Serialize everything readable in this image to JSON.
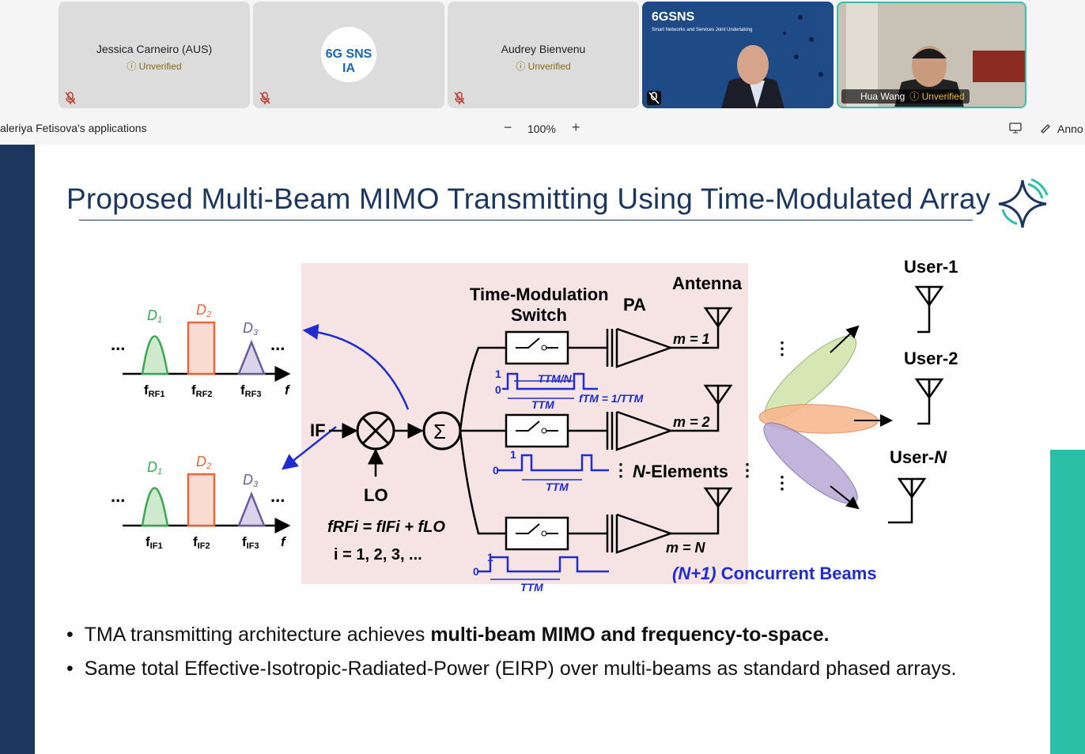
{
  "participants": [
    {
      "name": "Jessica Carneiro (AUS)",
      "status": "Unverified"
    },
    {
      "name": "6G SNS IA logo",
      "status": ""
    },
    {
      "name": "Audrey Bienvenu",
      "status": "Unverified"
    },
    {
      "name": "",
      "status": ""
    },
    {
      "name": "Hua Wang",
      "status": "Unverified"
    }
  ],
  "logo_text": {
    "sns": "6G SNS IA",
    "video_brand": "6GSNS",
    "video_sub": "Smart Networks and Services Joint Undertaking"
  },
  "appbar": {
    "app_name": "aleriya Fetisova's applications",
    "zoom": "100%",
    "zoom_minus": "−",
    "zoom_plus": "+",
    "annotate": "Anno"
  },
  "slide": {
    "title": "Proposed Multi-Beam MIMO Transmitting Using Time-Modulated Array",
    "bullets": [
      {
        "prefix": "TMA transmitting architecture achieves ",
        "bold": "multi-beam MIMO and frequency-to-space."
      },
      {
        "prefix": "Same total Effective-Isotropic-Radiated-Power (EIRP) over multi-beams as standard phased arrays.",
        "bold": ""
      }
    ]
  },
  "diagram": {
    "d1": "D",
    "d2": "D",
    "d3": "D",
    "sub1": "1",
    "sub2": "2",
    "sub3": "3",
    "frf1": "f",
    "frf1_sub": "RF1",
    "frf2": "f",
    "frf2_sub": "RF2",
    "frf3": "f",
    "frf3_sub": "RF3",
    "fif1": "f",
    "fif1_sub": "IF1",
    "fif2": "f",
    "fif2_sub": "IF2",
    "fif3": "f",
    "fif3_sub": "IF3",
    "f": "f",
    "if_label": "IF",
    "lo_label": "LO",
    "eq1": "fRFi = fIFi +  fLO",
    "eq2": "i = 1, 2, 3, ...",
    "switch_title1": "Time-Modulation",
    "switch_title2": "Switch",
    "pa": "PA",
    "antenna": "Antenna",
    "m1": "m = 1",
    "m2": "m = 2",
    "mN": "m = N",
    "nelements": "N-Elements",
    "ttm_n": "TTM/N",
    "ttm": "TTM",
    "ftm": "fTM = 1/TTM",
    "one": "1",
    "zero": "0",
    "beams": "(N+1) Concurrent Beams",
    "user1": "User-1",
    "user2": "User-2",
    "userN": "User-N",
    "dots": "..."
  },
  "colors": {
    "navy": "#1c365e",
    "teal": "#2bbfa8",
    "green": "#3aa84f",
    "orange": "#e8643a",
    "purple": "#6a5d9e",
    "blue": "#1f2ccf",
    "pink": "#f6e4e4"
  }
}
